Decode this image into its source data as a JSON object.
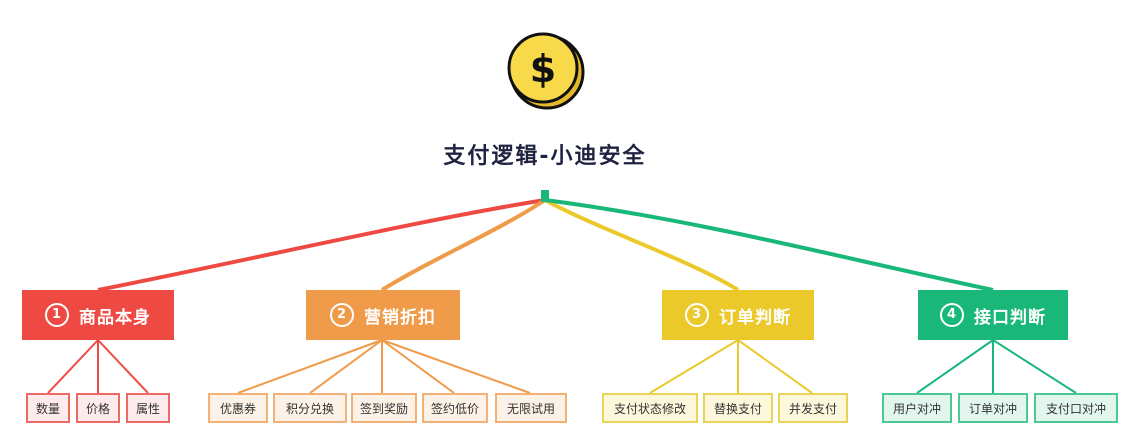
{
  "title": "支付逻辑-小迪安全",
  "root_icon": "dollar-coin-icon",
  "colors": {
    "red": "#ee4a43",
    "orange": "#f09b4a",
    "yellow": "#ecc92b",
    "green": "#19b77a",
    "title": "#1f2340",
    "coin": "#f8d94a"
  },
  "branches": [
    {
      "num": "1",
      "label": "商品本身",
      "children": [
        "数量",
        "价格",
        "属性"
      ]
    },
    {
      "num": "2",
      "label": "营销折扣",
      "children": [
        "优惠券",
        "积分兑换",
        "签到奖励",
        "签约低价",
        "无限试用"
      ]
    },
    {
      "num": "3",
      "label": "订单判断",
      "children": [
        "支付状态修改",
        "替换支付",
        "并发支付"
      ]
    },
    {
      "num": "4",
      "label": "接口判断",
      "children": [
        "用户对冲",
        "订单对冲",
        "支付口对冲"
      ]
    }
  ]
}
